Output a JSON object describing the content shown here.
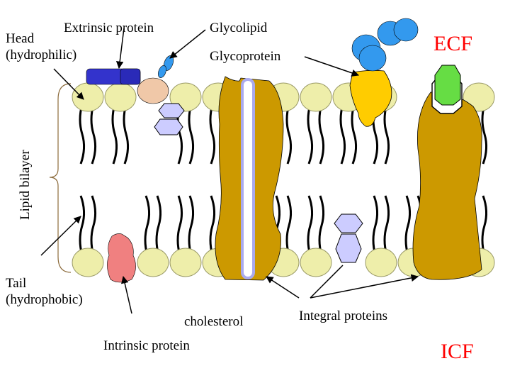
{
  "labels": {
    "extrinsic_protein": "Extrinsic protein",
    "head": "Head\n(hydrophilic)",
    "glycolipid": "Glycolipid",
    "glycoprotein": "Glycoprotein",
    "ecf": "ECF",
    "lipid_bilayer": "Lipid bilayer",
    "tail": "Tail\n(hydrophobic)",
    "cholesterol": "cholesterol",
    "intrinsic_protein": "Intrinsic protein",
    "integral_proteins": "Integral proteins",
    "icf": "ICF"
  },
  "colors": {
    "lipid_head": "#eeeeaa",
    "integral_protein": "#cc9900",
    "extrinsic_protein": "#3333cc",
    "intrinsic_protein": "#f08080",
    "glycolipid_sugar": "#3399ee",
    "glycoprotein_sugar": "#3399ee",
    "glycoprotein_body": "#ffcc00",
    "cholesterol_ring": "#ccccff",
    "channel_green": "#66dd44",
    "region_text": "#ff0000"
  }
}
